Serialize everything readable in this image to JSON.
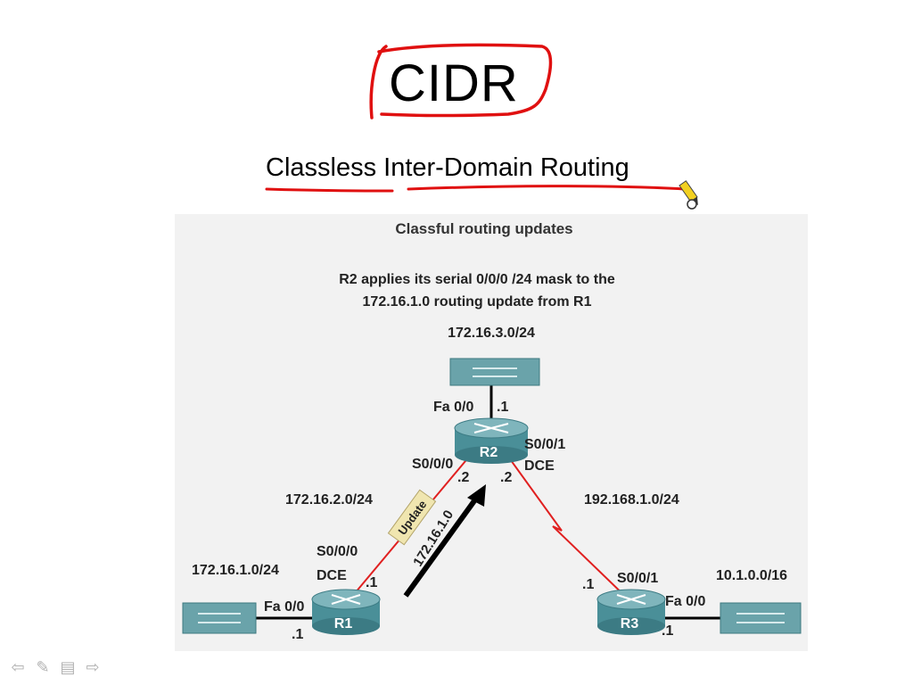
{
  "slide": {
    "title": "CIDR",
    "subtitle": "Classless Inter-Domain Routing"
  },
  "diagram": {
    "heading": "Classful routing updates",
    "caption_line1": "R2 applies its serial 0/0/0 /24 mask to the",
    "caption_line2": "172.16.1.0 routing update from R1",
    "routers": {
      "r1": "R1",
      "r2": "R2",
      "r3": "R3"
    },
    "networks": {
      "top": "172.16.3.0/24",
      "r1_lan": "172.16.1.0/24",
      "r3_lan": "10.1.0.0/16",
      "r1_r2": "172.16.2.0/24",
      "r2_r3": "192.168.1.0/24"
    },
    "interfaces": {
      "r2_fa": "Fa 0/0",
      "r2_fa_host": ".1",
      "r2_s000": "S0/0/0",
      "r2_s000_host": ".2",
      "r2_s001": "S0/0/1",
      "r2_s001_dce": "DCE",
      "r2_s001_host": ".2",
      "r1_s000": "S0/0/0",
      "r1_s000_dce": "DCE",
      "r1_s000_host": ".1",
      "r1_fa": "Fa 0/0",
      "r1_fa_host": ".1",
      "r3_s001": "S0/0/1",
      "r3_s001_host": ".1",
      "r3_fa": "Fa 0/0",
      "r3_fa_host": ".1"
    },
    "update_tag": "Update",
    "update_route": "172.16.1.0"
  },
  "nav": {
    "icons": [
      "back-arrow-icon",
      "pen-icon",
      "menu-icon",
      "forward-arrow-icon"
    ]
  },
  "colors": {
    "annotation_red": "#e01010",
    "serial_link": "#e02020",
    "router_teal": "#4a8f98",
    "switch_teal": "#6aa3aa",
    "panel_bg": "#f2f2f2"
  }
}
